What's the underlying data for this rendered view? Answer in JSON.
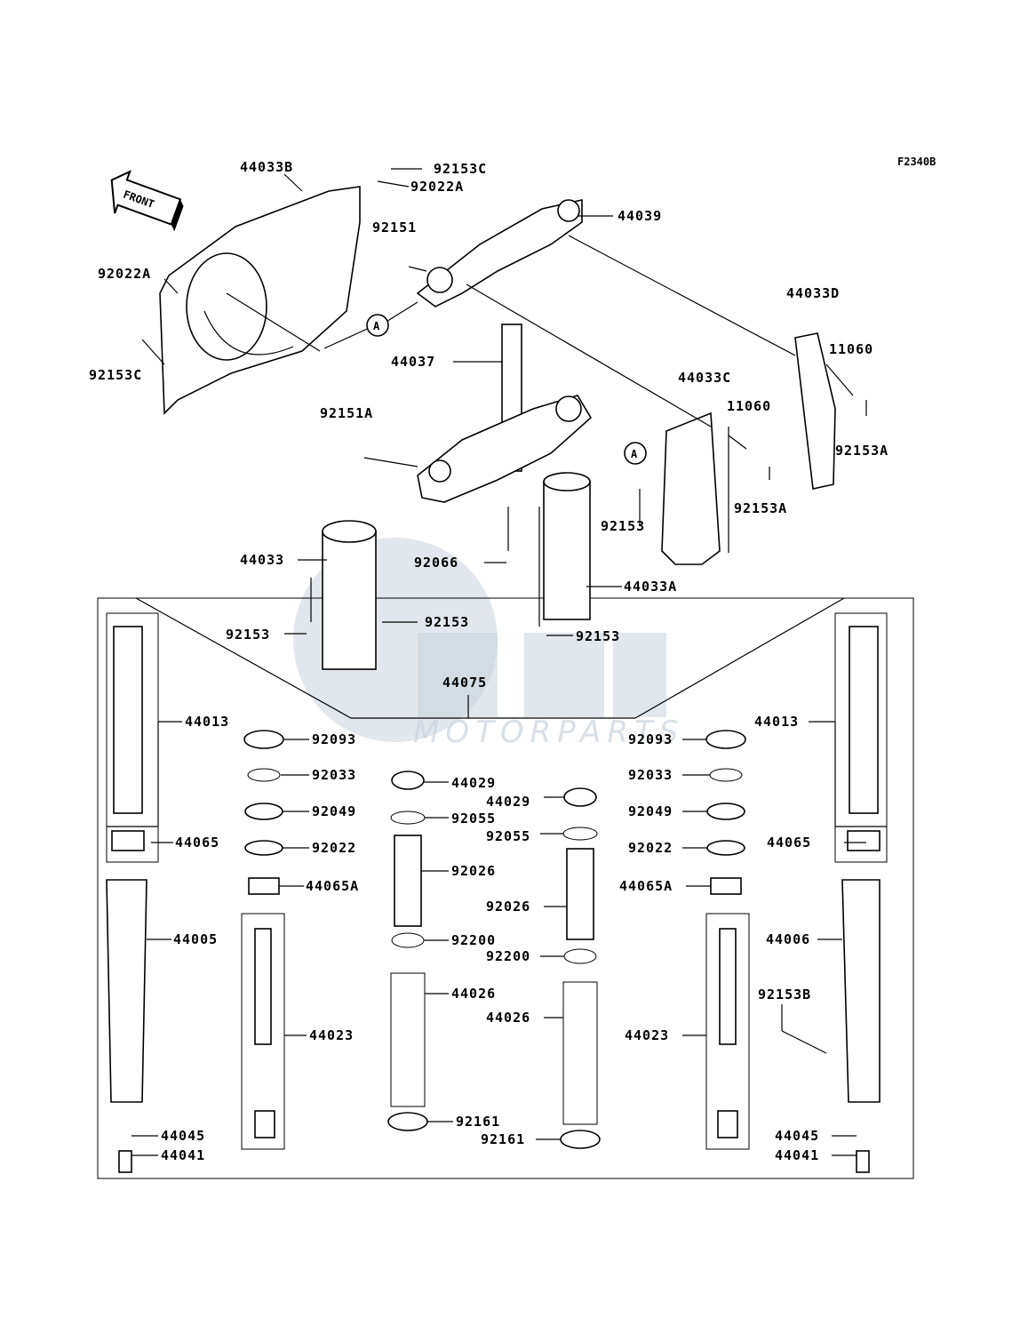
{
  "figure_code": "F2340B",
  "front_label": "FRONT",
  "ref_marker": "A",
  "watermark": {
    "brand": "OEM",
    "sub": "MOTORPARTS"
  },
  "labels": {
    "l44033B": "44033B",
    "l92153C_top": "92153C",
    "l92022A_top": "92022A",
    "l44039": "44039",
    "l92151": "92151",
    "l92022A_left": "92022A",
    "l92153C_left": "92153C",
    "l44033D": "44033D",
    "l11060_r": "11060",
    "l44037": "44037",
    "l44033C": "44033C",
    "l11060_m": "11060",
    "l92153A_r": "92153A",
    "l92151A": "92151A",
    "l92153A_m": "92153A",
    "l92153_m": "92153",
    "l44033": "44033",
    "l92066": "92066",
    "l44033A": "44033A",
    "l92153_c": "92153",
    "l92153_l": "92153",
    "l92153_r": "92153",
    "l44075": "44075",
    "l44013_l": "44013",
    "l44013_r": "44013",
    "l92093_l": "92093",
    "l92093_r": "92093",
    "l92033_l": "92033",
    "l92033_r": "92033",
    "l44029_c": "44029",
    "l44029_r": "44029",
    "l92049_l": "92049",
    "l92049_r": "92049",
    "l92055_c": "92055",
    "l92055_r": "92055",
    "l44065_l": "44065",
    "l44065_r": "44065",
    "l92022_l": "92022",
    "l92022_r": "92022",
    "l92026_c": "92026",
    "l92026_r": "92026",
    "l44065A_l": "44065A",
    "l44065A_r": "44065A",
    "l44005": "44005",
    "l44006": "44006",
    "l92200_c": "92200",
    "l92200_r": "92200",
    "l44026_c": "44026",
    "l44026_r": "44026",
    "l92153B": "92153B",
    "l44023_l": "44023",
    "l44023_r": "44023",
    "l92161_c": "92161",
    "l92161_r": "92161",
    "l44045_l": "44045",
    "l44045_r": "44045",
    "l44041_l": "44041",
    "l44041_r": "44041"
  }
}
